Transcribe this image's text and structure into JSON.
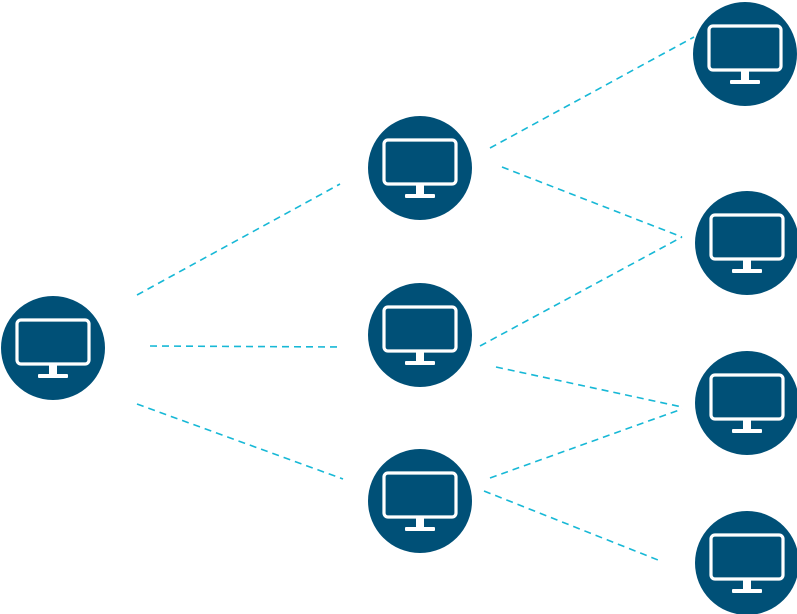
{
  "diagram": {
    "kind": "network-topology",
    "colors": {
      "node_fill": "#005077",
      "icon_stroke": "#ffffff",
      "link_stroke": "#17b8d6"
    },
    "node_icon": "computer-monitor-icon",
    "nodes": [
      {
        "id": "root",
        "tier": 0
      },
      {
        "id": "mid-1",
        "tier": 1
      },
      {
        "id": "mid-2",
        "tier": 1
      },
      {
        "id": "mid-3",
        "tier": 1
      },
      {
        "id": "leaf-1",
        "tier": 2
      },
      {
        "id": "leaf-2",
        "tier": 2
      },
      {
        "id": "leaf-3",
        "tier": 2
      },
      {
        "id": "leaf-4",
        "tier": 2
      }
    ],
    "links": [
      {
        "from": "root",
        "to": "mid-1"
      },
      {
        "from": "root",
        "to": "mid-2"
      },
      {
        "from": "root",
        "to": "mid-3"
      },
      {
        "from": "mid-1",
        "to": "leaf-1"
      },
      {
        "from": "mid-1",
        "to": "leaf-2"
      },
      {
        "from": "mid-2",
        "to": "leaf-2"
      },
      {
        "from": "mid-2",
        "to": "leaf-3"
      },
      {
        "from": "mid-3",
        "to": "leaf-3"
      },
      {
        "from": "mid-3",
        "to": "leaf-4"
      }
    ],
    "link_style": "dashed"
  }
}
